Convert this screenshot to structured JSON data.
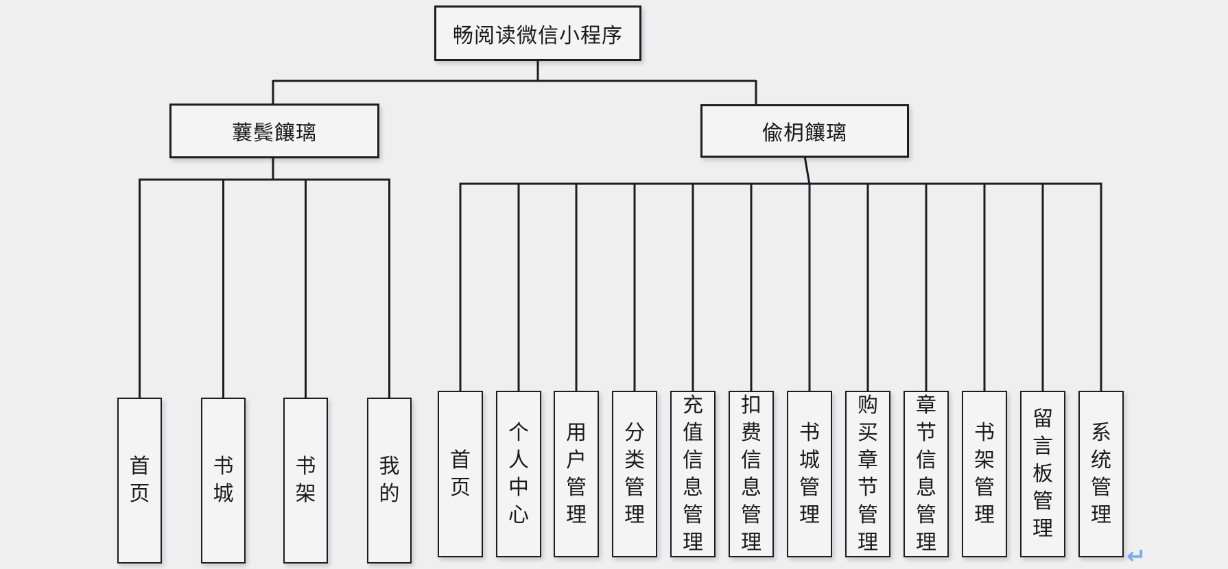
{
  "root": {
    "label": "畅阅读微信小程序"
  },
  "front": {
    "label": "蘘鬓饟璃",
    "children": [
      "首页",
      "书城",
      "书架",
      "我的"
    ]
  },
  "back": {
    "label": "偸枂饟璃",
    "children": [
      "首页",
      "个人中心",
      "用户管理",
      "分类管理",
      "充值信息管理",
      "扣费信息管理",
      "书城管理",
      "购买章节管理",
      "章节信息管理",
      "书架管理",
      "留言板管理",
      "系统管理"
    ]
  },
  "icons": {
    "return_mark": "↵"
  },
  "colors": {
    "background": "#efeff0",
    "line": "#1d1d1f",
    "box_fill": "#f4f4f5",
    "text": "#1a1a1a",
    "return_mark": "#7aacf0"
  }
}
